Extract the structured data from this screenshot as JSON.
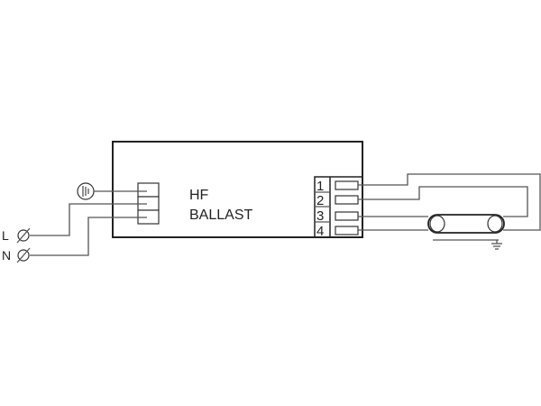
{
  "ballast": {
    "line1": "HF",
    "line2": "BALLAST"
  },
  "output_terminals": [
    "1",
    "2",
    "3",
    "4"
  ],
  "mains": {
    "live": "L",
    "neutral": "N"
  },
  "icons": {
    "earth": "earth-ground-icon",
    "terminal": "screw-terminal-icon"
  },
  "colors": {
    "line": "#222222",
    "wire": "#555555",
    "background": "#ffffff"
  }
}
